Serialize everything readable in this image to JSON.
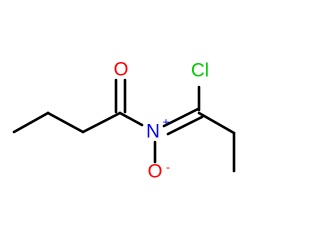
{
  "molecule": {
    "atoms": {
      "oxygen_carbonyl": {
        "symbol": "O",
        "color": "#ff0000"
      },
      "chlorine": {
        "symbol": "Cl",
        "color": "#00cc00"
      },
      "nitrogen": {
        "symbol": "N",
        "color": "#0000ff",
        "charge": "+"
      },
      "oxygen_oxide": {
        "symbol": "O",
        "color": "#ff0000",
        "charge": "-"
      }
    },
    "bond_color": "#000000"
  }
}
